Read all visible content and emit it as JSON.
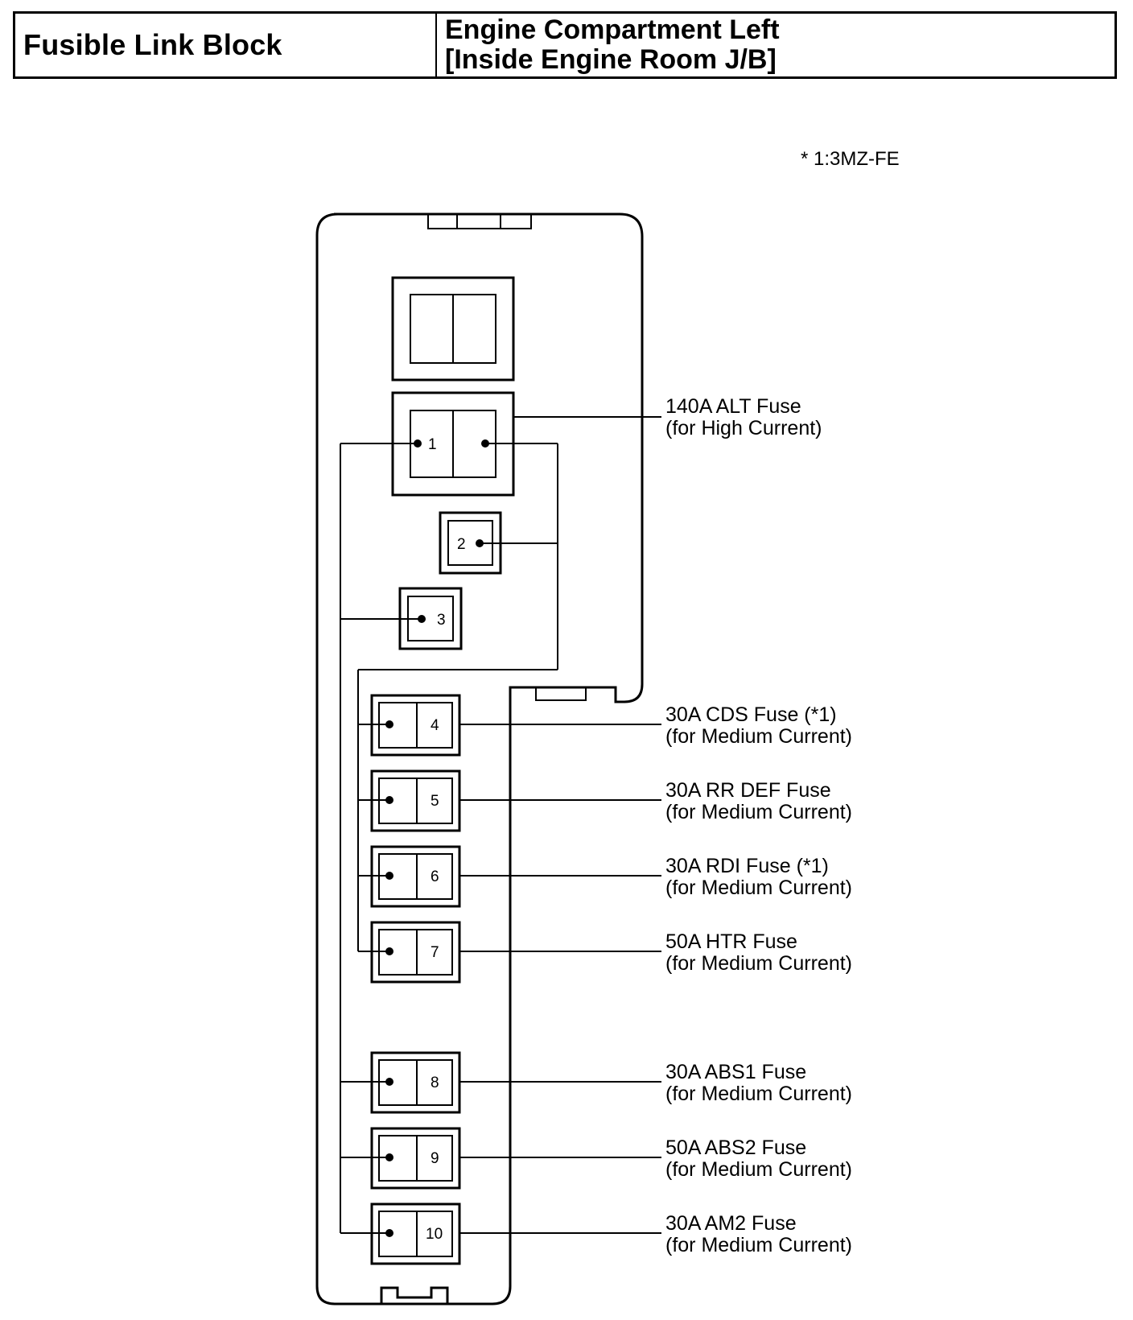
{
  "header": {
    "title": "Fusible Link Block",
    "location_line1": "Engine Compartment Left",
    "location_line2": "[Inside Engine Room J/B]"
  },
  "note": "* 1:3MZ-FE",
  "slots": {
    "s1": "1",
    "s2": "2",
    "s3": "3",
    "s4": "4",
    "s5": "5",
    "s6": "6",
    "s7": "7",
    "s8": "8",
    "s9": "9",
    "s10": "10"
  },
  "fuses": [
    {
      "name": "140A ALT Fuse",
      "desc": "(for High Current)"
    },
    {
      "name": "30A CDS Fuse (*1)",
      "desc": "(for Medium Current)"
    },
    {
      "name": "30A RR DEF Fuse",
      "desc": "(for Medium Current)"
    },
    {
      "name": "30A RDI Fuse (*1)",
      "desc": "(for Medium Current)"
    },
    {
      "name": "50A HTR Fuse",
      "desc": "(for Medium Current)"
    },
    {
      "name": "30A ABS1 Fuse",
      "desc": "(for Medium Current)"
    },
    {
      "name": "50A ABS2 Fuse",
      "desc": "(for Medium Current)"
    },
    {
      "name": "30A AM2 Fuse",
      "desc": "(for Medium Current)"
    }
  ]
}
